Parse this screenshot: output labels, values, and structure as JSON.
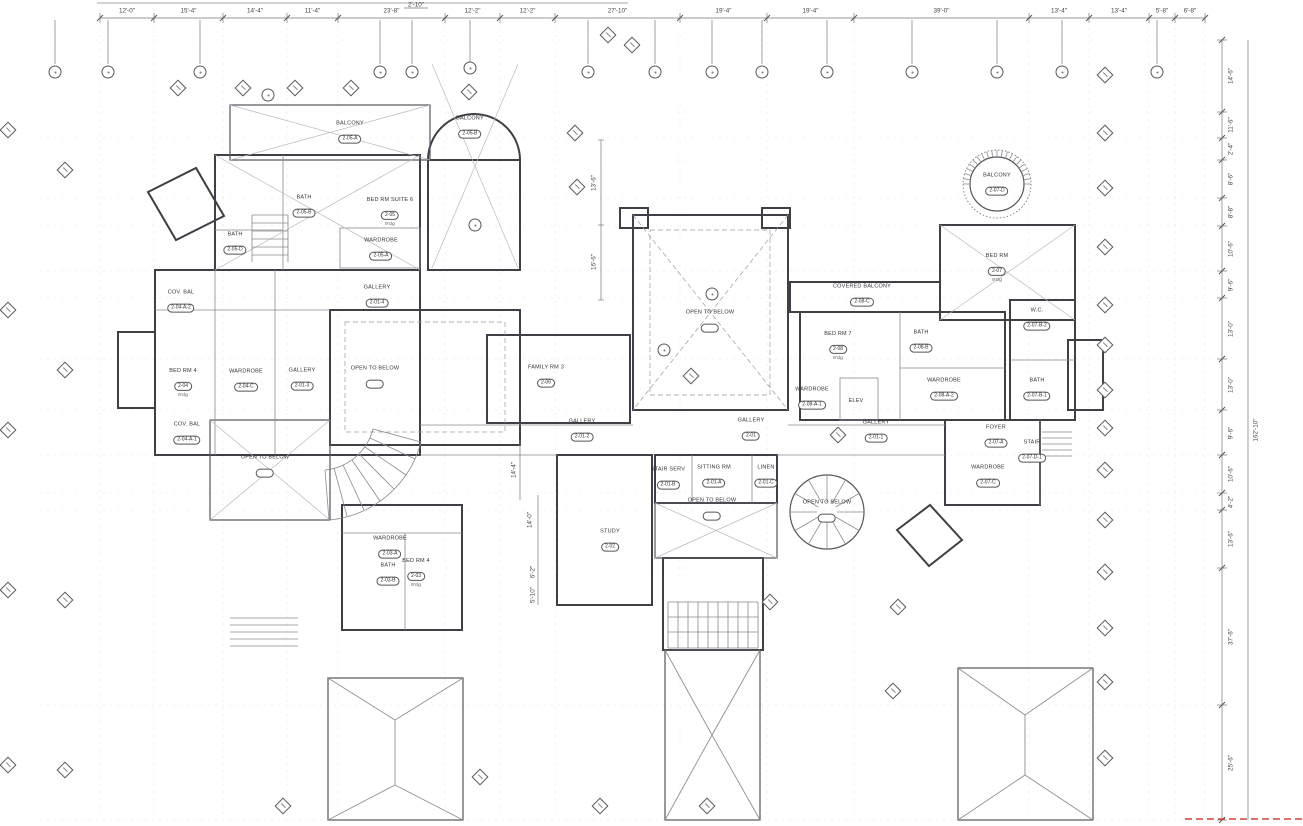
{
  "sheet": {
    "type": "architectural-floor-plan",
    "background": "#ffffff",
    "wall_color": "#3f3f46",
    "marker_color": "#55555c",
    "red_accent": "#cc4439"
  },
  "dimensions": {
    "top": [
      "12'-0\"",
      "15'-4\"",
      "14'-4\"",
      "11'-4\"",
      "23'-8\"",
      "12'-2\"",
      "12'-2\"",
      "27'-10\"",
      "19'-4\"",
      "19'-4\"",
      "39'-0\"",
      "13'-4\"",
      "13'-4\"",
      "5'-8\"",
      "6'-8\""
    ],
    "top_sub": "2'-10\"",
    "right": [
      "14'-6\"",
      "11'-6\"",
      "2'-4\"",
      "8'-6\"",
      "8'-8\"",
      "10'-6\"",
      "9'-6\"",
      "13'-0\"",
      "13'-0\"",
      "9'-6\"",
      "10'-6\"",
      "4'-2\"",
      "13'-6\"",
      "37'-6\"",
      "25'-6\""
    ],
    "right_total": "162'-10\"",
    "interior": [
      "13'-6\"",
      "16'-6\"",
      "14'-4\"",
      "14'-0\"",
      "6'-2\"",
      "5'-10\""
    ]
  },
  "rooms": [
    {
      "name": "BALCONY",
      "number": "2-05-A"
    },
    {
      "name": "BALCONY",
      "number": "2-05-B"
    },
    {
      "name": "BATH",
      "number": "2-05-B"
    },
    {
      "name": "BATH",
      "number": "2-05-D"
    },
    {
      "name": "BED RM SUITE 6",
      "number": "2-05",
      "sub": "9'clg"
    },
    {
      "name": "WARDROBE",
      "number": "2-05-A"
    },
    {
      "name": "GALLERY",
      "number": "2-01-4"
    },
    {
      "name": "COV. BAL",
      "number": "2-04-A-2"
    },
    {
      "name": "BED RM 4",
      "number": "2-04",
      "sub": "9'clg"
    },
    {
      "name": "WARDROBE",
      "number": "2-04-C"
    },
    {
      "name": "GALLERY",
      "number": "2-01-3"
    },
    {
      "name": "OPEN TO BELOW",
      "number": ""
    },
    {
      "name": "FAMILY RM 3",
      "number": "2-06"
    },
    {
      "name": "OPEN TO BELOW",
      "number": ""
    },
    {
      "name": "COVERED BALCONY",
      "number": "2-08-C"
    },
    {
      "name": "BED RM 7",
      "number": "2-08",
      "sub": "9'clg"
    },
    {
      "name": "BATH",
      "number": "2-08-B"
    },
    {
      "name": "WARDROBE",
      "number": "2-08-A-2"
    },
    {
      "name": "WARDROBE",
      "number": "2-08-A-1"
    },
    {
      "name": "ELEV"
    },
    {
      "name": "BALCONY",
      "number": "2-07-D"
    },
    {
      "name": "BED RM",
      "number": "2-07",
      "sub": "9'clg"
    },
    {
      "name": "W.C.",
      "number": "2-07-B-2"
    },
    {
      "name": "BATH",
      "number": "2-07-B-1"
    },
    {
      "name": "FOYER",
      "number": "2-07-A"
    },
    {
      "name": "STAIR",
      "number": "2-07-D-1"
    },
    {
      "name": "WARDROBE",
      "number": "2-07-C"
    },
    {
      "name": "GALLERY",
      "number": "2-01-2"
    },
    {
      "name": "GALLERY",
      "number": "2-01"
    },
    {
      "name": "GALLERY",
      "number": "2-01-1"
    },
    {
      "name": "COV. BAL",
      "number": "2-04-A-1"
    },
    {
      "name": "OPEN TO BELOW",
      "number": ""
    },
    {
      "name": "STAIR SERV",
      "number": "2-01-B"
    },
    {
      "name": "SITTING RM",
      "number": "2-01-A"
    },
    {
      "name": "LINEN",
      "number": "2-01-C"
    },
    {
      "name": "OPEN TO BELOW",
      "number": ""
    },
    {
      "name": "OPEN TO BELOW",
      "number": ""
    },
    {
      "name": "STUDY",
      "number": "2-02"
    },
    {
      "name": "WARDROBE",
      "number": "2-03-A"
    },
    {
      "name": "BATH",
      "number": "2-03-B"
    },
    {
      "name": "BED RM 4",
      "number": "2-03",
      "sub": "9'clg"
    }
  ]
}
